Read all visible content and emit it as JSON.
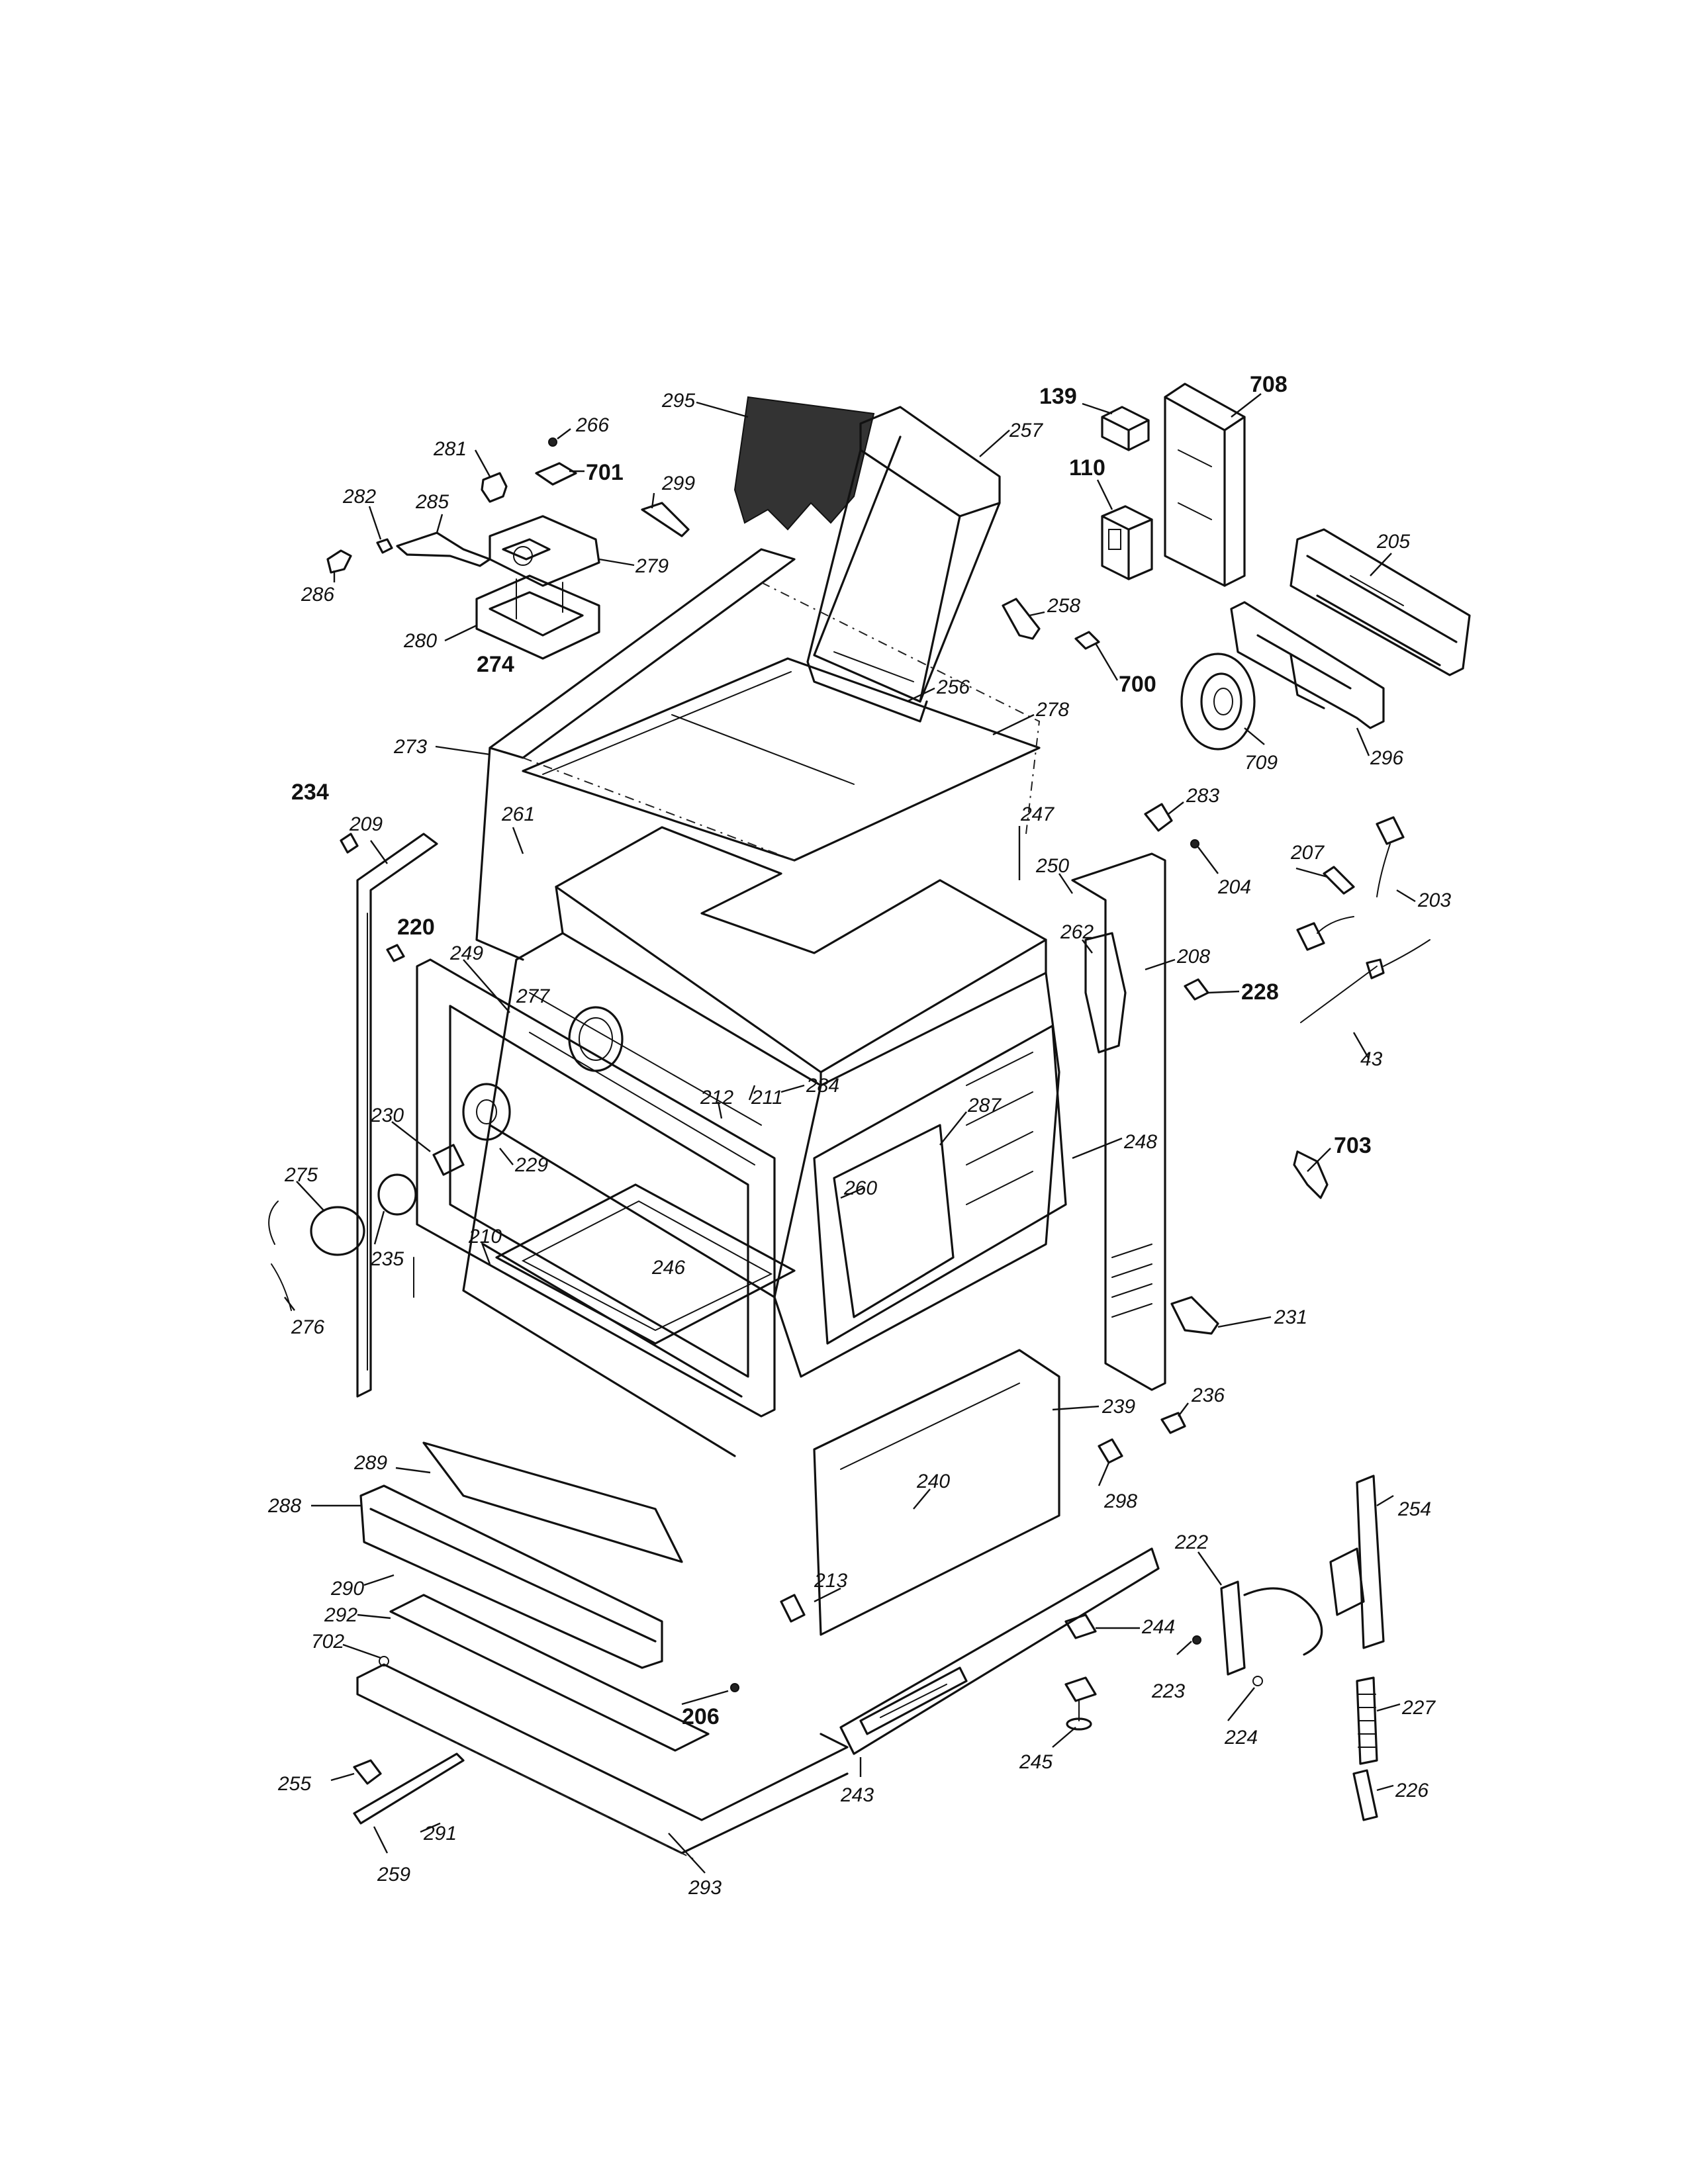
{
  "diagram": {
    "callouts": [
      {
        "id": "c295",
        "label": "295",
        "bold": false
      },
      {
        "id": "c257",
        "label": "257",
        "bold": false
      },
      {
        "id": "c139",
        "label": "139",
        "bold": true
      },
      {
        "id": "c708",
        "label": "708",
        "bold": true
      },
      {
        "id": "c266",
        "label": "266",
        "bold": false
      },
      {
        "id": "c281",
        "label": "281",
        "bold": false
      },
      {
        "id": "c701",
        "label": "701",
        "bold": true
      },
      {
        "id": "c110",
        "label": "110",
        "bold": true
      },
      {
        "id": "c299",
        "label": "299",
        "bold": false
      },
      {
        "id": "c282",
        "label": "282",
        "bold": false
      },
      {
        "id": "c285",
        "label": "285",
        "bold": false
      },
      {
        "id": "c279",
        "label": "279",
        "bold": false
      },
      {
        "id": "c286",
        "label": "286",
        "bold": false
      },
      {
        "id": "c205",
        "label": "205",
        "bold": false
      },
      {
        "id": "c258",
        "label": "258",
        "bold": false
      },
      {
        "id": "c280",
        "label": "280",
        "bold": false
      },
      {
        "id": "c274",
        "label": "274",
        "bold": true
      },
      {
        "id": "c700",
        "label": "700",
        "bold": true
      },
      {
        "id": "c256",
        "label": "256",
        "bold": false
      },
      {
        "id": "c278",
        "label": "278",
        "bold": false
      },
      {
        "id": "c709",
        "label": "709",
        "bold": false
      },
      {
        "id": "c296",
        "label": "296",
        "bold": false
      },
      {
        "id": "c273",
        "label": "273",
        "bold": false
      },
      {
        "id": "c234",
        "label": "234",
        "bold": true
      },
      {
        "id": "c209",
        "label": "209",
        "bold": false
      },
      {
        "id": "c261",
        "label": "261",
        "bold": false
      },
      {
        "id": "c247",
        "label": "247",
        "bold": false
      },
      {
        "id": "c283",
        "label": "283",
        "bold": false
      },
      {
        "id": "c207",
        "label": "207",
        "bold": false
      },
      {
        "id": "c250",
        "label": "250",
        "bold": false
      },
      {
        "id": "c204",
        "label": "204",
        "bold": false
      },
      {
        "id": "c203",
        "label": "203",
        "bold": false
      },
      {
        "id": "c220",
        "label": "220",
        "bold": true
      },
      {
        "id": "c262",
        "label": "262",
        "bold": false
      },
      {
        "id": "c249",
        "label": "249",
        "bold": false
      },
      {
        "id": "c208",
        "label": "208",
        "bold": false
      },
      {
        "id": "c277",
        "label": "277",
        "bold": false
      },
      {
        "id": "c228",
        "label": "228",
        "bold": true
      },
      {
        "id": "c43",
        "label": "43",
        "bold": false
      },
      {
        "id": "c212",
        "label": "212",
        "bold": false
      },
      {
        "id": "c211",
        "label": "211",
        "bold": false
      },
      {
        "id": "c284",
        "label": "284",
        "bold": false
      },
      {
        "id": "c287",
        "label": "287",
        "bold": false
      },
      {
        "id": "c248",
        "label": "248",
        "bold": false
      },
      {
        "id": "c230",
        "label": "230",
        "bold": false
      },
      {
        "id": "c703",
        "label": "703",
        "bold": true
      },
      {
        "id": "c229",
        "label": "229",
        "bold": false
      },
      {
        "id": "c275",
        "label": "275",
        "bold": false
      },
      {
        "id": "c260",
        "label": "260",
        "bold": false
      },
      {
        "id": "c210",
        "label": "210",
        "bold": false
      },
      {
        "id": "c235",
        "label": "235",
        "bold": false
      },
      {
        "id": "c246",
        "label": "246",
        "bold": false
      },
      {
        "id": "c276",
        "label": "276",
        "bold": false
      },
      {
        "id": "c231",
        "label": "231",
        "bold": false
      },
      {
        "id": "c239",
        "label": "239",
        "bold": false
      },
      {
        "id": "c236",
        "label": "236",
        "bold": false
      },
      {
        "id": "c289",
        "label": "289",
        "bold": false
      },
      {
        "id": "c298",
        "label": "298",
        "bold": false
      },
      {
        "id": "c288",
        "label": "288",
        "bold": false
      },
      {
        "id": "c240",
        "label": "240",
        "bold": false
      },
      {
        "id": "c254",
        "label": "254",
        "bold": false
      },
      {
        "id": "c222",
        "label": "222",
        "bold": false
      },
      {
        "id": "c290",
        "label": "290",
        "bold": false
      },
      {
        "id": "c213",
        "label": "213",
        "bold": false
      },
      {
        "id": "c244",
        "label": "244",
        "bold": false
      },
      {
        "id": "c292",
        "label": "292",
        "bold": false
      },
      {
        "id": "c702",
        "label": "702",
        "bold": false
      },
      {
        "id": "c223",
        "label": "223",
        "bold": false
      },
      {
        "id": "c227",
        "label": "227",
        "bold": false
      },
      {
        "id": "c224",
        "label": "224",
        "bold": false
      },
      {
        "id": "c206",
        "label": "206",
        "bold": true
      },
      {
        "id": "c245",
        "label": "245",
        "bold": false
      },
      {
        "id": "c255",
        "label": "255",
        "bold": false
      },
      {
        "id": "c243",
        "label": "243",
        "bold": false
      },
      {
        "id": "c226",
        "label": "226",
        "bold": false
      },
      {
        "id": "c291",
        "label": "291",
        "bold": false
      },
      {
        "id": "c259",
        "label": "259",
        "bold": false
      },
      {
        "id": "c293",
        "label": "293",
        "bold": false
      }
    ]
  }
}
